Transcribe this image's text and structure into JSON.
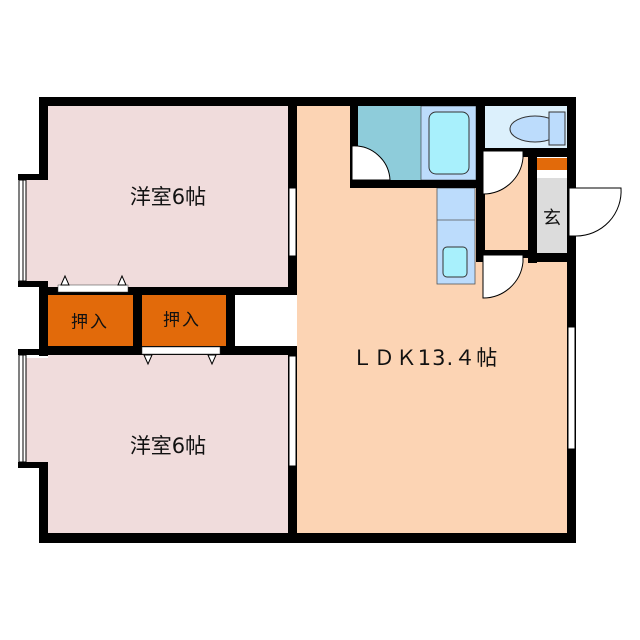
{
  "floor_plan": {
    "rooms": [
      {
        "id": "bedroom-top",
        "label": "洋室6帖",
        "type": "western-room",
        "tatami": 6
      },
      {
        "id": "bedroom-bottom",
        "label": "洋室6帖",
        "type": "western-room",
        "tatami": 6
      },
      {
        "id": "ldk",
        "label": "ＬＤＫ13.４帖",
        "type": "living-dining-kitchen",
        "tatami": 13.4
      },
      {
        "id": "closet-left",
        "label": "押入",
        "type": "closet"
      },
      {
        "id": "closet-right",
        "label": "押入",
        "type": "closet"
      },
      {
        "id": "entrance",
        "label": "玄",
        "type": "entrance"
      },
      {
        "id": "bathroom",
        "label": "",
        "type": "bath"
      },
      {
        "id": "toilet",
        "label": "",
        "type": "toilet"
      },
      {
        "id": "washroom",
        "label": "",
        "type": "washbasin"
      }
    ],
    "colors": {
      "wall": "#000000",
      "western_room": "#F0DCDC",
      "ldk": "#FCD4B4",
      "closet": "#E26A0A",
      "bath_floor": "#8ECCDA",
      "bathtub": "#A8F0FC",
      "wet_area": "#BCDCFC",
      "toilet_room": "#DCF0FC",
      "entrance": "#DCDCDC",
      "door": "#FFFFFF"
    }
  }
}
